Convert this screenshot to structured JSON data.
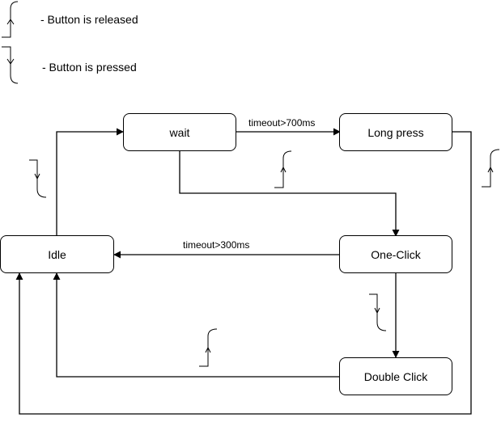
{
  "legend": {
    "released": {
      "icon": "rising-edge-icon",
      "text": "- Button is released"
    },
    "pressed": {
      "icon": "falling-edge-icon",
      "text": "- Button is pressed"
    }
  },
  "states": {
    "wait": "wait",
    "long_press": "Long press",
    "idle": "Idle",
    "one_click": "One-Click",
    "double_click": "Double Click"
  },
  "transitions": {
    "wait_to_long_press": {
      "label": "timeout>700ms",
      "trigger_icon": "rising-edge-icon"
    },
    "wait_to_one_click": {
      "trigger_icon": "rising-edge-icon"
    },
    "long_press_to_idle": {
      "trigger_icon": "rising-edge-icon"
    },
    "idle_to_wait": {
      "trigger_icon": "falling-edge-icon"
    },
    "one_click_to_idle": {
      "label": "timeout>300ms"
    },
    "one_click_to_double_click": {
      "trigger_icon": "falling-edge-icon"
    },
    "double_click_to_idle": {
      "trigger_icon": "rising-edge-icon"
    }
  },
  "colors": {
    "line": "#000000",
    "background": "#ffffff"
  }
}
